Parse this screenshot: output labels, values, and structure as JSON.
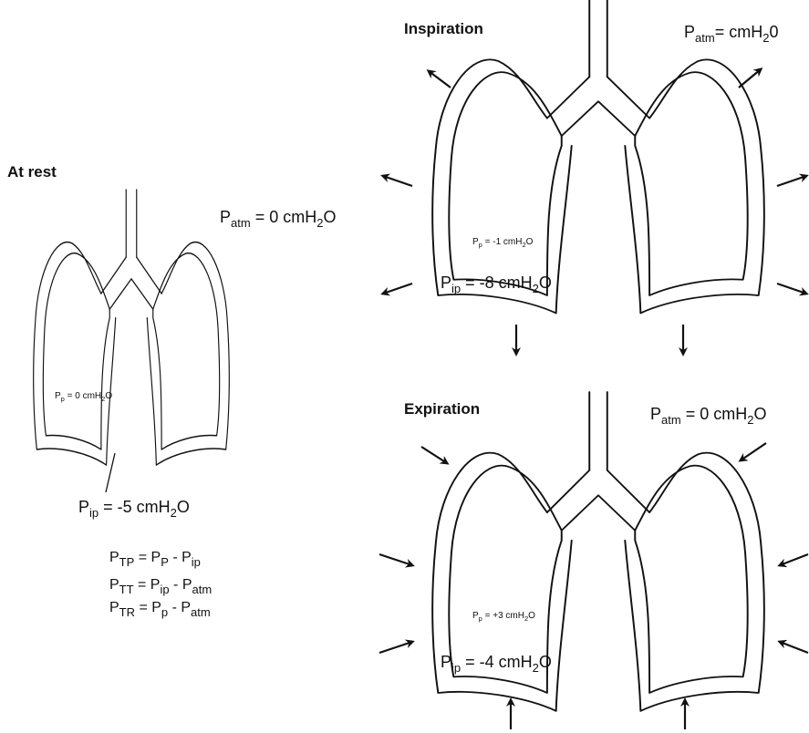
{
  "rest": {
    "title": "At rest",
    "patm": {
      "p": "P",
      "sub": "atm",
      "rest": " =  0 cmH",
      "sub2": "2",
      "end": "O"
    },
    "pp": {
      "p": "P",
      "sub": "p",
      "rest": " = 0 cmH",
      "sub2": "2",
      "end": "O"
    },
    "pip": {
      "p": "P",
      "sub": "ip",
      "rest": " = -5 cmH",
      "sub2": "2",
      "end": "O"
    }
  },
  "equations": [
    {
      "p": "P",
      "sub": "TP",
      "mid": " = P",
      "sub2": "P",
      "mid2": " - P",
      "sub3": "ip"
    },
    {
      "p": "P",
      "sub": "TT",
      "mid": " = P",
      "sub2": "ip",
      "mid2": " - P",
      "sub3": "atm"
    },
    {
      "p": "P",
      "sub": "TR",
      "mid": " = P",
      "sub2": "p",
      "mid2": " - P",
      "sub3": "atm"
    }
  ],
  "inspiration": {
    "title": "Inspiration",
    "patm": {
      "p": "P",
      "sub": "atm",
      "rest": "= cmH",
      "sub2": "2",
      "end": "0"
    },
    "pp": {
      "p": "P",
      "sub": "p",
      "rest": " = -1 cmH",
      "sub2": "2",
      "end": "O"
    },
    "pip": {
      "p": "P",
      "sub": "ip",
      "rest": " = -8 cmH",
      "sub2": "2",
      "end": "O"
    }
  },
  "expiration": {
    "title": "Expiration",
    "patm": {
      "p": "P",
      "sub": "atm",
      "rest": " = 0 cmH",
      "sub2": "2",
      "end": "O"
    },
    "pp": {
      "p": "P",
      "sub": "p",
      "rest": " = +3 cmH",
      "sub2": "2",
      "end": "O"
    },
    "pip": {
      "p": "P",
      "sub": "ip",
      "rest": " = -4 cmH",
      "sub2": "2",
      "end": "O"
    }
  },
  "arrows": {
    "inspiration": "outward",
    "expiration": "inward"
  }
}
